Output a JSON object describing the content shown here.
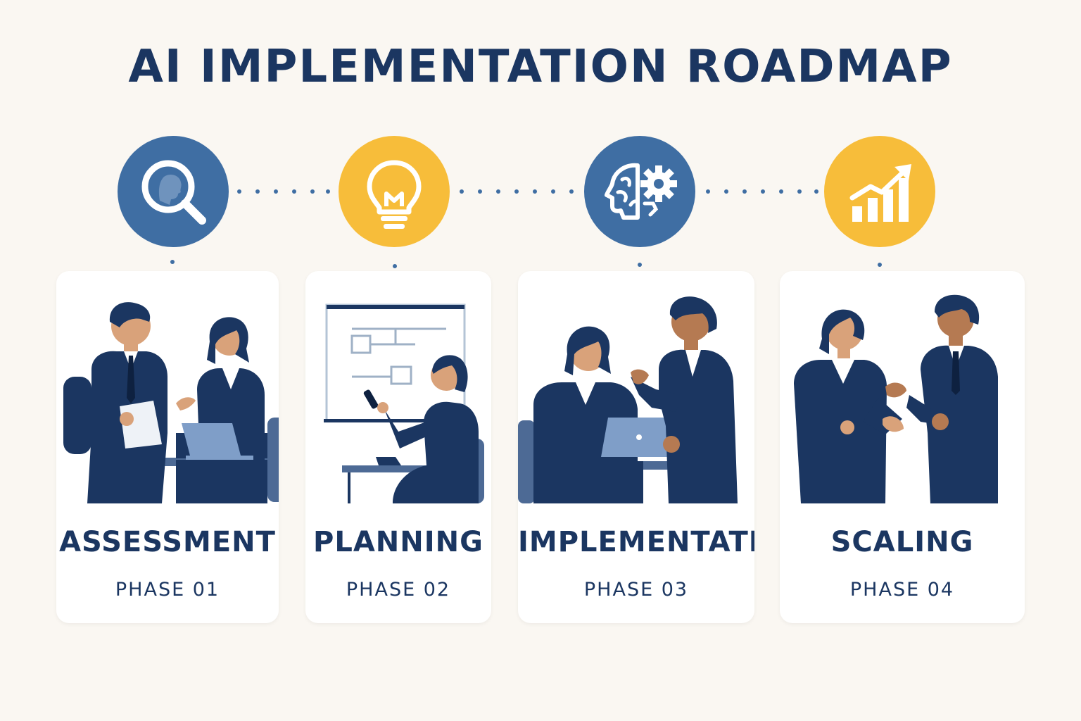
{
  "title": "AI IMPLEMENTATION ROADMAP",
  "colors": {
    "navy": "#1b3661",
    "blue": "#3f6ea3",
    "yellow": "#f7bd3a",
    "background": "#faf7f2",
    "card": "#ffffff"
  },
  "phases": [
    {
      "name": "ASSESSMENT",
      "phase": "PHASE 01",
      "icon": "magnifier-head-icon",
      "icon_color": "blue"
    },
    {
      "name": "PLANNING",
      "phase": "PHASE 02",
      "icon": "lightbulb-icon",
      "icon_color": "yellow"
    },
    {
      "name": "IMPLEMENTATION",
      "phase": "PHASE 03",
      "icon": "brain-gear-icon",
      "icon_color": "blue"
    },
    {
      "name": "SCALING",
      "phase": "PHASE 04",
      "icon": "growth-chart-icon",
      "icon_color": "yellow"
    }
  ]
}
